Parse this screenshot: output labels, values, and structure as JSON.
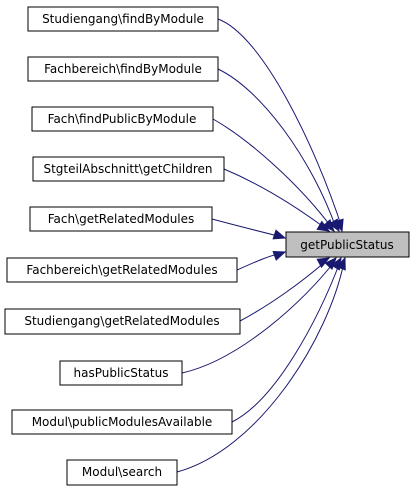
{
  "graph": {
    "target": {
      "label": "getPublicStatus"
    },
    "callers": [
      {
        "label": "Studiengang\\findByModule"
      },
      {
        "label": "Fachbereich\\findByModule"
      },
      {
        "label": "Fach\\findPublicByModule"
      },
      {
        "label": "StgteilAbschnitt\\getChildren"
      },
      {
        "label": "Fach\\getRelatedModules"
      },
      {
        "label": "Fachbereich\\getRelatedModules"
      },
      {
        "label": "Studiengang\\getRelatedModules"
      },
      {
        "label": "hasPublicStatus"
      },
      {
        "label": "Modul\\publicModulesAvailable"
      },
      {
        "label": "Modul\\search"
      }
    ],
    "colors": {
      "edge": "#191970",
      "target_fill": "#bfbfbf",
      "node_fill": "#ffffff",
      "node_border": "#000000"
    }
  }
}
